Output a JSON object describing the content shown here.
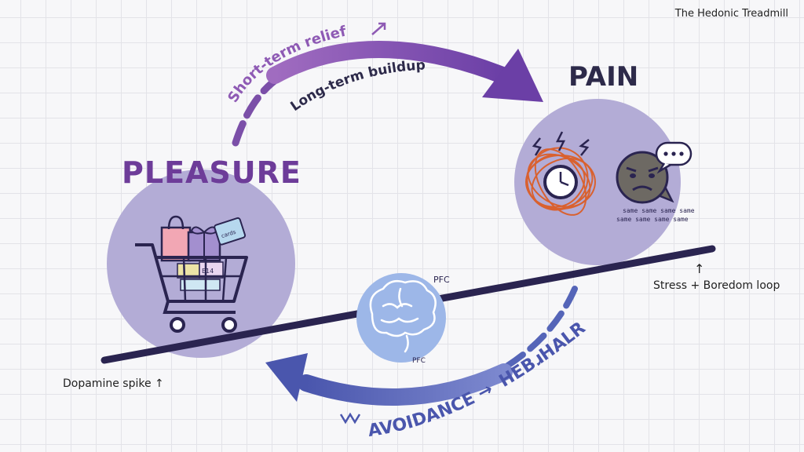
{
  "title": "The Hedonic Treadmill",
  "nodes": {
    "pleasure": "PLEASURE",
    "pain": "PAIN"
  },
  "arrows": {
    "top_line1": "Short-term relief",
    "top_line2": "Long-term buildup",
    "bottom_line1": "AVOIDANCE →",
    "bottom_line2": "HEBɹHALR"
  },
  "notes": {
    "dopamine": "Dopamine spike ↑",
    "stress_arrow": "↑",
    "stress": "Stress + Boredom loop"
  },
  "brain": {
    "label_top": "PFC",
    "label_bottom": "PFC"
  },
  "pain_caption": {
    "line1": "same same same same",
    "line2": "same same same same"
  },
  "cart_items": {
    "card": "cards",
    "price": "E14"
  },
  "colors": {
    "purple_dark": "#6d3c99",
    "purple_mid": "#7b4fa8",
    "navy": "#2d2a4a",
    "circle_fill": "#b3acd6",
    "brain_fill": "#9db7e8",
    "blue_arrow": "#5565b8",
    "seesaw": "#2a2450",
    "scribble": "#d9612f"
  }
}
